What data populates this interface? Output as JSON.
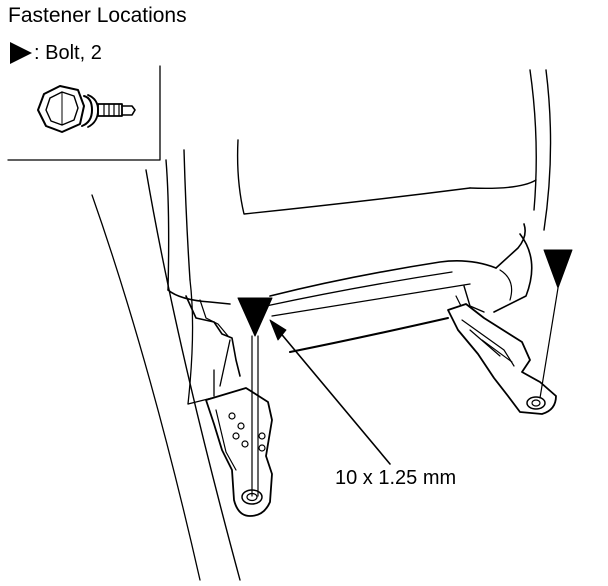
{
  "title": "Fastener Locations",
  "legend": {
    "symbol": "filled-triangle-arrow",
    "text": ": Bolt, 2"
  },
  "callout": {
    "text": "10 x 1.25 mm"
  },
  "colors": {
    "line": "#000000",
    "background": "#ffffff"
  }
}
